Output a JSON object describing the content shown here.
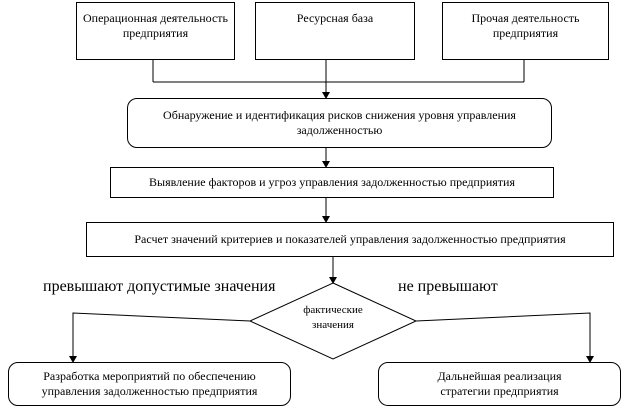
{
  "nodes": {
    "operational": "Операционная деятельность предприятия",
    "resource": "Ресурсная база",
    "other": "Прочая деятельность предприятия",
    "detect": "Обнаружение и идентификация рисков снижения уровня управления задолженностью",
    "factors": "Выявление факторов и угроз управления задолженностью предприятия",
    "calc": "Расчет значений критериев и показателей управления задолженностью предприятия",
    "decision": "фактические значения",
    "develop": "Разработка мероприятий по обеспечению управления задолженностью предприятия",
    "continue": "Дальнейшая реализация стратегии предприятия"
  },
  "branches": {
    "left": "превышают допустимые значения",
    "right": "не превышают"
  }
}
